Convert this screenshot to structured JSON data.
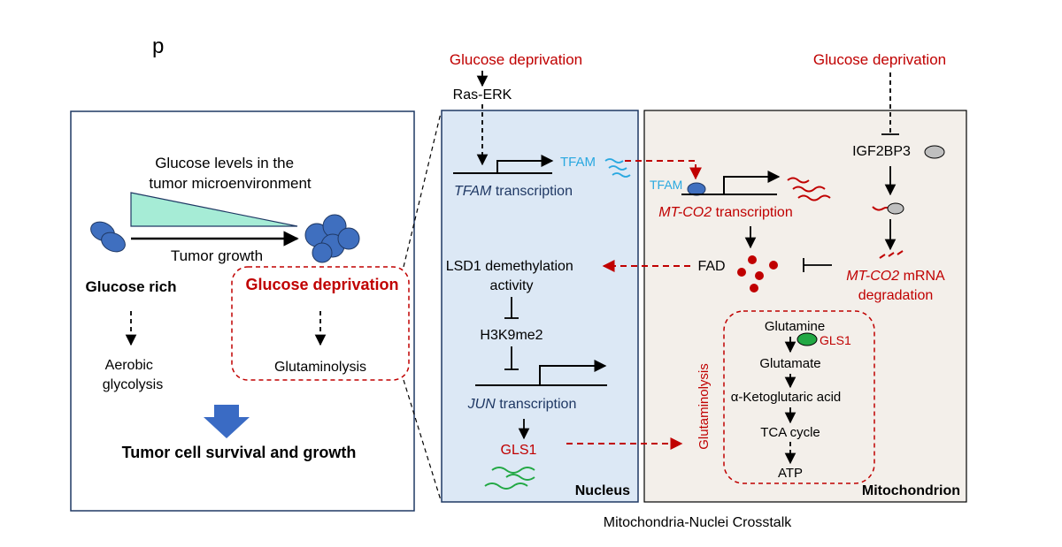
{
  "colors": {
    "red": "#c00000",
    "navy": "#1f3864",
    "cyan": "#29a8e0",
    "green": "#22a844",
    "nucleus_bg": "#dce8f5",
    "mito_bg": "#f3efea",
    "teal": "#a6ecd6",
    "cell_blue": "#3f6fbf",
    "gray_blob": "#bfbfbf"
  },
  "panel_label": "p",
  "left": {
    "glucose_levels_line1": "Glucose levels in the",
    "glucose_levels_line2": "tumor microenvironment",
    "tumor_growth": "Tumor growth",
    "glucose_rich": "Glucose rich",
    "glucose_deprivation": "Glucose deprivation",
    "aerobic_line1": "Aerobic",
    "aerobic_line2": "glycolysis",
    "glutaminolysis": "Glutaminolysis",
    "survival": "Tumor cell survival and growth"
  },
  "nucleus": {
    "top_stimulus": "Glucose deprivation",
    "ras_erk": "Ras-ERK",
    "tfam_product": "TFAM",
    "tfam_gene": "TFAM",
    "tfam_transcription": " transcription",
    "lsd1_line1": "LSD1 demethylation",
    "lsd1_line2": "activity",
    "h3k9me2": "H3K9me2",
    "jun_gene": "JUN",
    "jun_transcription": " transcription",
    "gls1": "GLS1",
    "label": "Nucleus"
  },
  "mito": {
    "top_stimulus": "Glucose deprivation",
    "igf2bp3": "IGF2BP3",
    "tfam_protein": "TFAM",
    "mtco2_gene": "MT-CO2",
    "mtco2_transcription": " transcription",
    "fad": "FAD",
    "mtco2_mrna_gene": "MT-CO2",
    "mtco2_mrna_text": " mRNA",
    "degradation": "degradation",
    "glutamine": "Glutamine",
    "gls1": "GLS1",
    "glutamate": "Glutamate",
    "akg": "α-Ketoglutaric acid",
    "tca": "TCA cycle",
    "atp": "ATP",
    "glutaminolysis_vertical": "Glutaminolysis",
    "label": "Mitochondrion"
  },
  "footer": "Mitochondria-Nuclei Crosstalk"
}
